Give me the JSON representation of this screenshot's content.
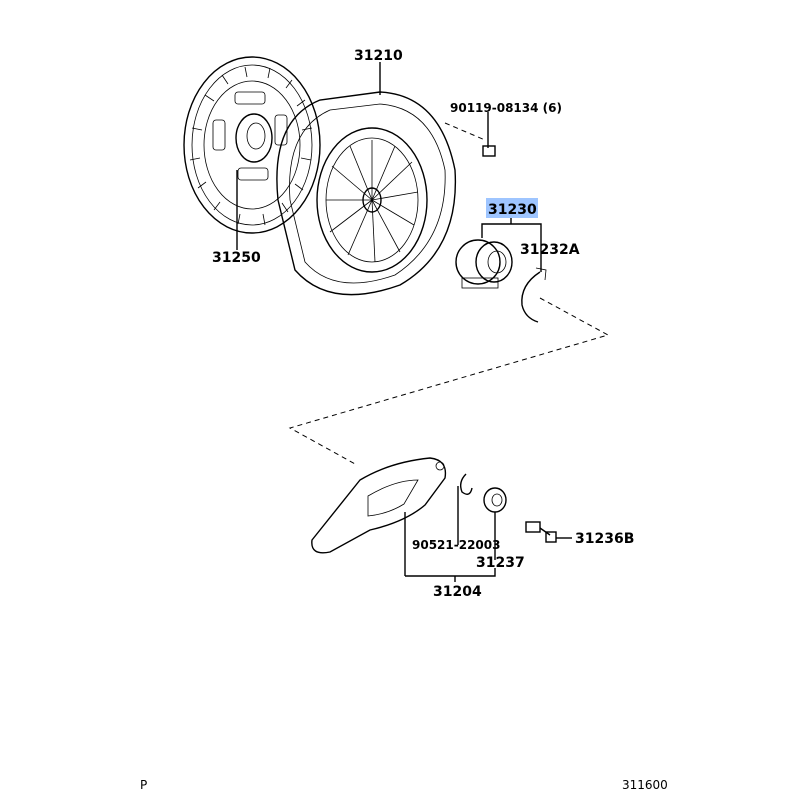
{
  "parts": {
    "clutch_disc": "31250",
    "clutch_cover": "31210",
    "cover_bolt": "90119-08134 (6)",
    "release_bearing_assy": "31230",
    "bearing_hub_clip": "31232A",
    "release_fork": "31204",
    "fork_ring": "90521-22003",
    "fork_boot": "31237",
    "fork_pivot_stud": "31236B"
  },
  "highlight_color": "#9ec5ff",
  "footer": {
    "left": "P",
    "right": "311600"
  }
}
